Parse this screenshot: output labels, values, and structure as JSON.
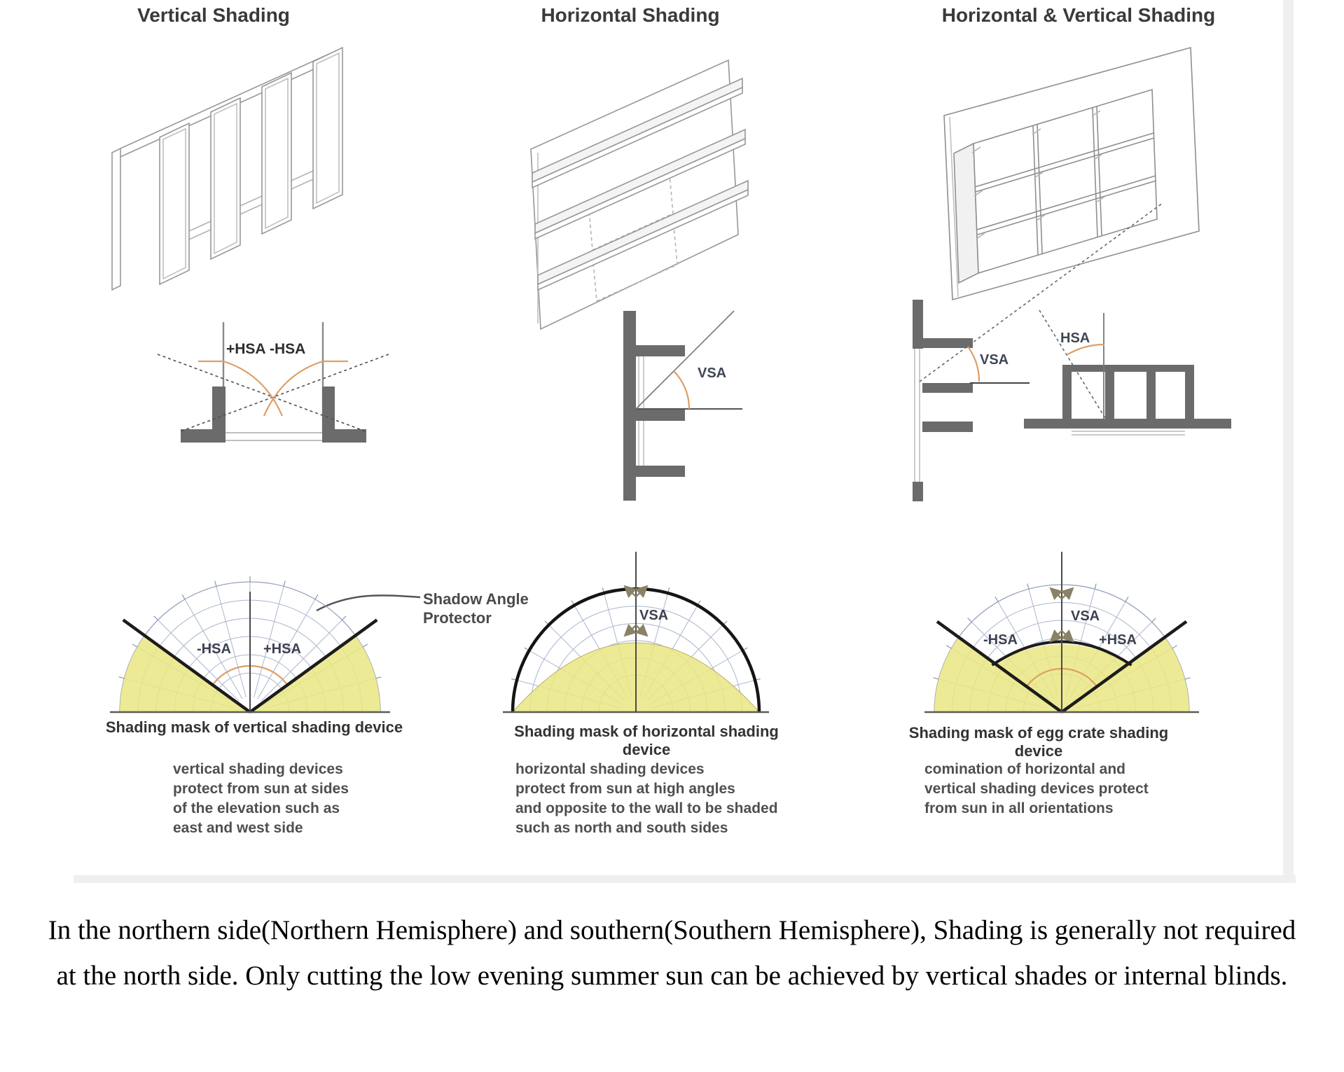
{
  "columns": [
    {
      "title": "Vertical Shading",
      "mask_caption": "Shading mask of vertical shading device",
      "description": "vertical shading devices\nprotect from sun at sides\nof the elevation such as\neast and west side"
    },
    {
      "title": "Horizontal Shading",
      "mask_caption": "Shading mask of horizontal shading device",
      "description": "horizontal shading devices\nprotect from sun at high angles\nand opposite to the wall to be shaded\nsuch as north and south sides"
    },
    {
      "title": "Horizontal & Vertical Shading",
      "mask_caption": "Shading mask of egg crate shading device",
      "description": "comination of horizontal and\nvertical shading devices protect\nfrom sun in all orientations"
    }
  ],
  "angle_labels": {
    "plan1_pos": "+HSA",
    "plan1_neg": "-HSA",
    "section2_vsa": "VSA",
    "section3_vsa": "VSA",
    "plan3_hsa": "HSA",
    "mask1_neg": "-HSA",
    "mask1_pos": "+HSA",
    "mask2_vsa": "VSA",
    "mask3_vsa": "VSA",
    "mask3_neg": "-HSA",
    "mask3_pos": "+HSA"
  },
  "annotation": {
    "shadow_angle_protector": "Shadow Angle\nProtector"
  },
  "footer": {
    "text": "In the northern side(Northern Hemisphere) and southern(Southern Hemisphere), Shading is generally not required at the north side. Only cutting the low evening summer sun can be achieved by vertical shades or internal blinds."
  },
  "colors": {
    "accent_orange": "#dd9e66",
    "grid_blue": "#a9b5cd",
    "mask_yellow": "#ece989",
    "device_gray": "#6b6b6b",
    "line_black": "#1c1c1c"
  }
}
